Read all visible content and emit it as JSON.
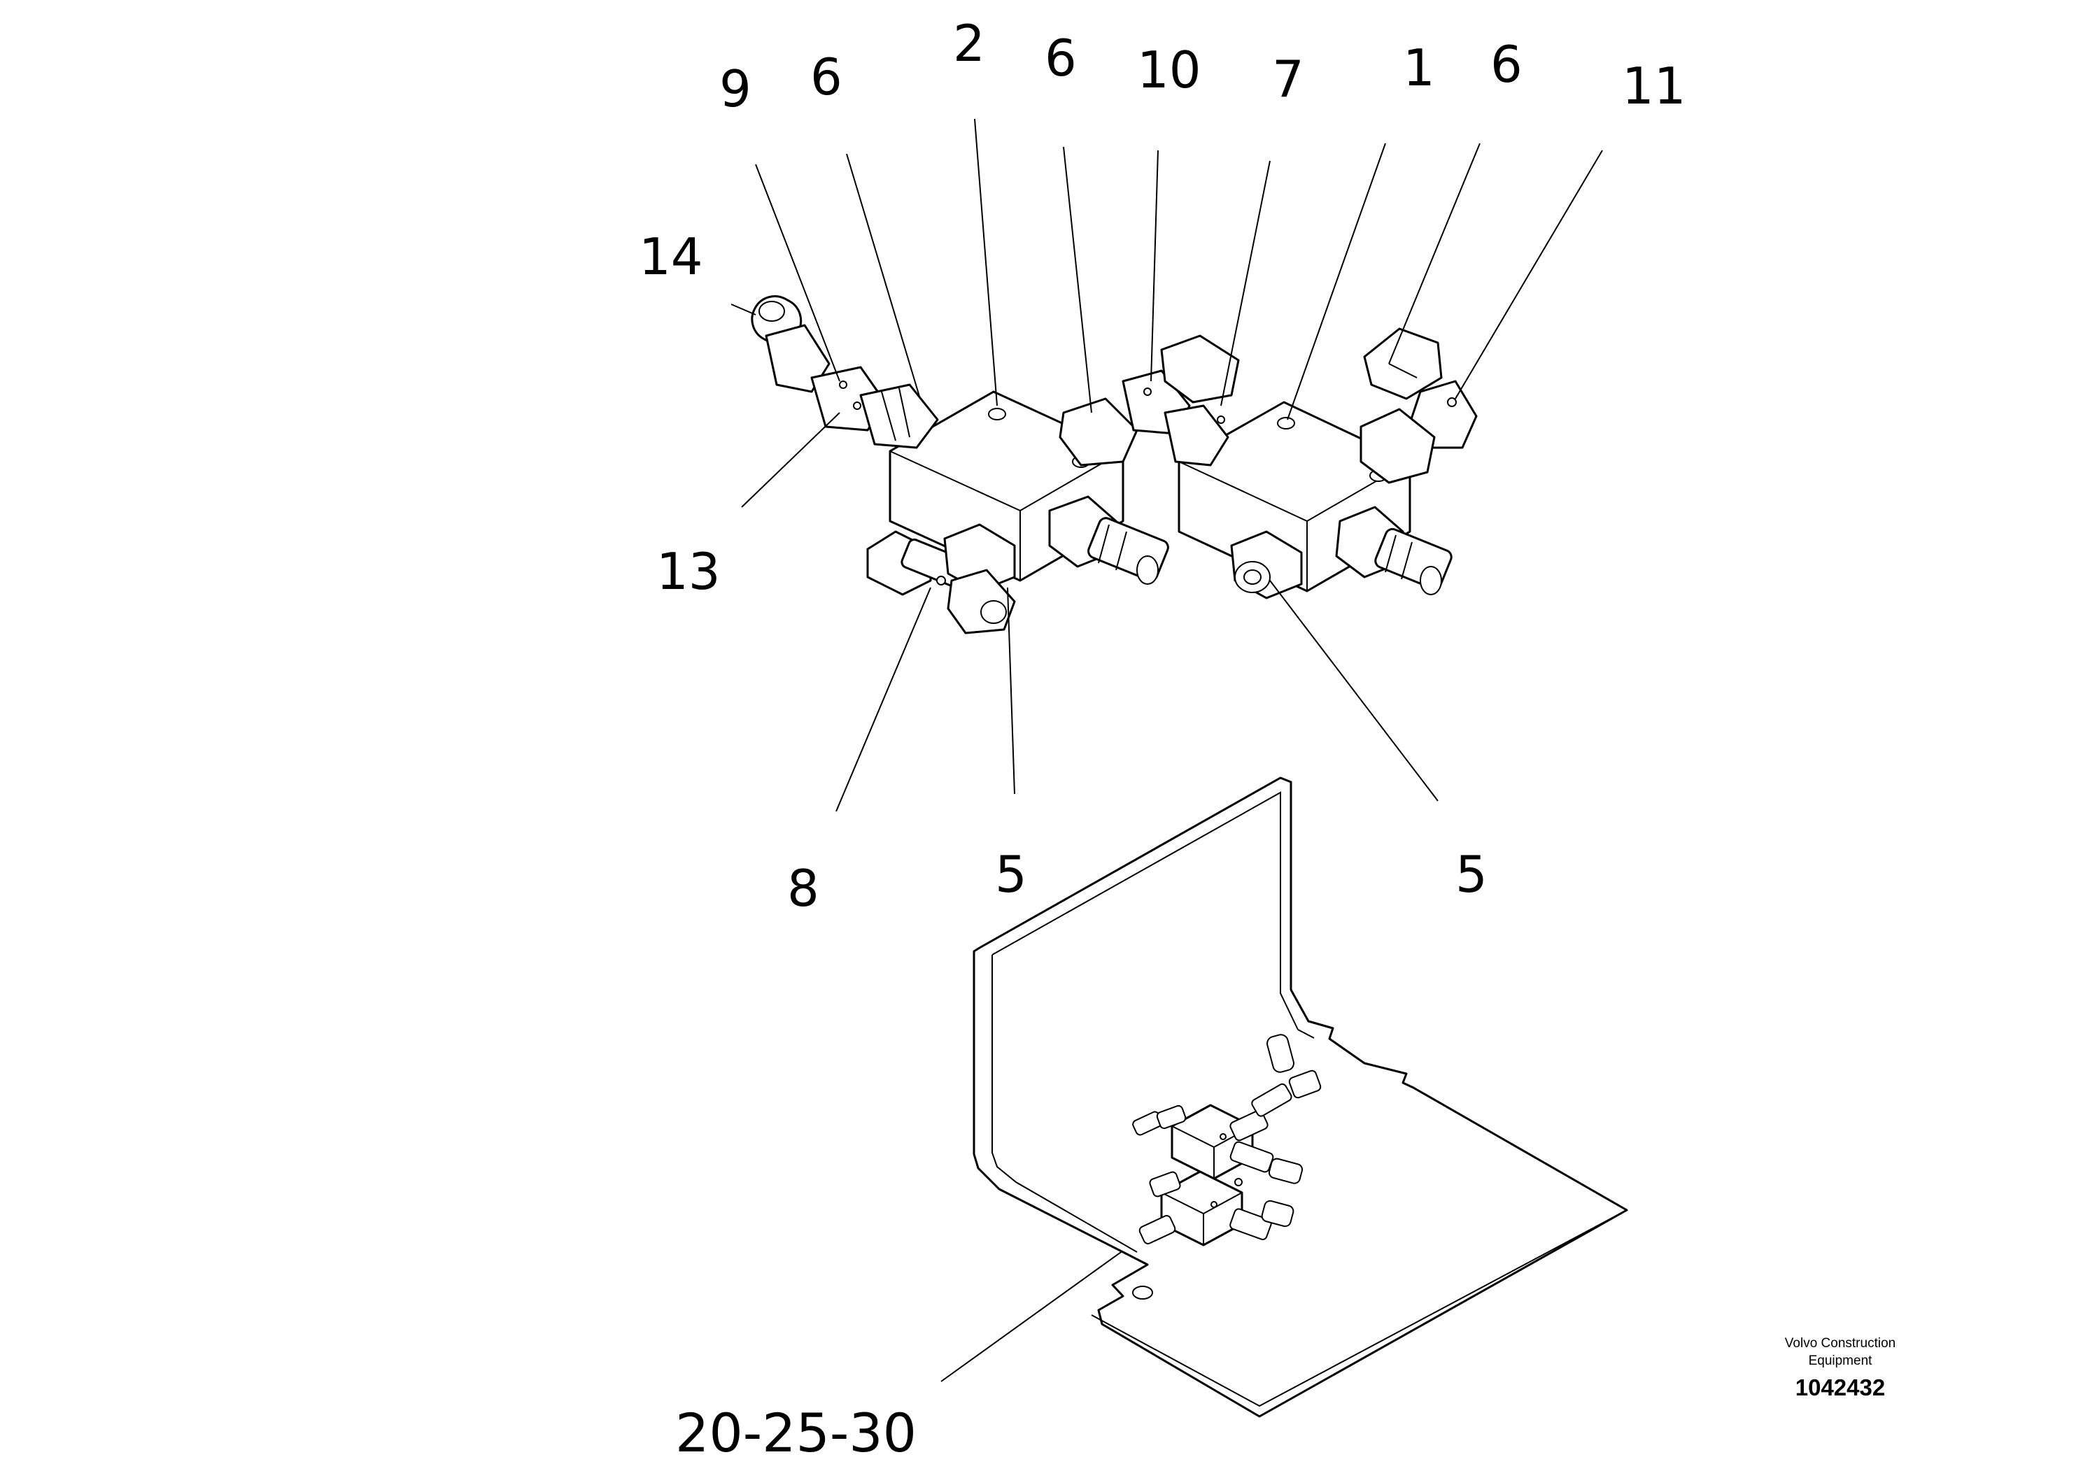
{
  "callouts": {
    "c9": "9",
    "c6a": "6",
    "c2": "2",
    "c6b": "6",
    "c10": "10",
    "c7": "7",
    "c1": "1",
    "c6c": "6",
    "c11": "11",
    "c14": "14",
    "c13": "13",
    "c8": "8",
    "c5a": "5",
    "c5b": "5",
    "ref": "20-25-30"
  },
  "brand": {
    "line1": "Volvo Construction",
    "line2": "Equipment",
    "drawing_number": "1042432"
  }
}
